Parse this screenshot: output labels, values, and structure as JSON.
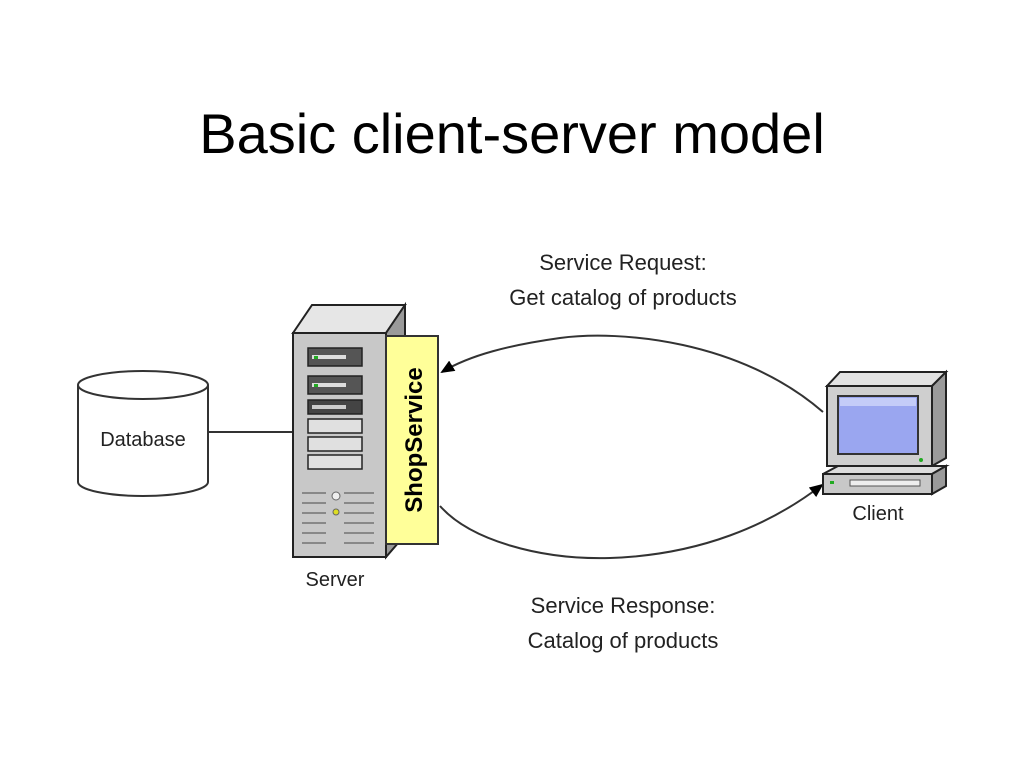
{
  "title": "Basic client-server model",
  "diagram": {
    "database": {
      "label": "Database"
    },
    "server": {
      "label": "Server",
      "service_label": "ShopService"
    },
    "client": {
      "label": "Client"
    },
    "request": {
      "line1": "Service Request:",
      "line2": "Get catalog of products"
    },
    "response": {
      "line1": "Service Response:",
      "line2": "Catalog of products"
    },
    "colors": {
      "service_tab": "#ffff99",
      "server_body": "#c8c8c8",
      "screen": "#9aa6f0",
      "led": "#22aa22"
    }
  }
}
